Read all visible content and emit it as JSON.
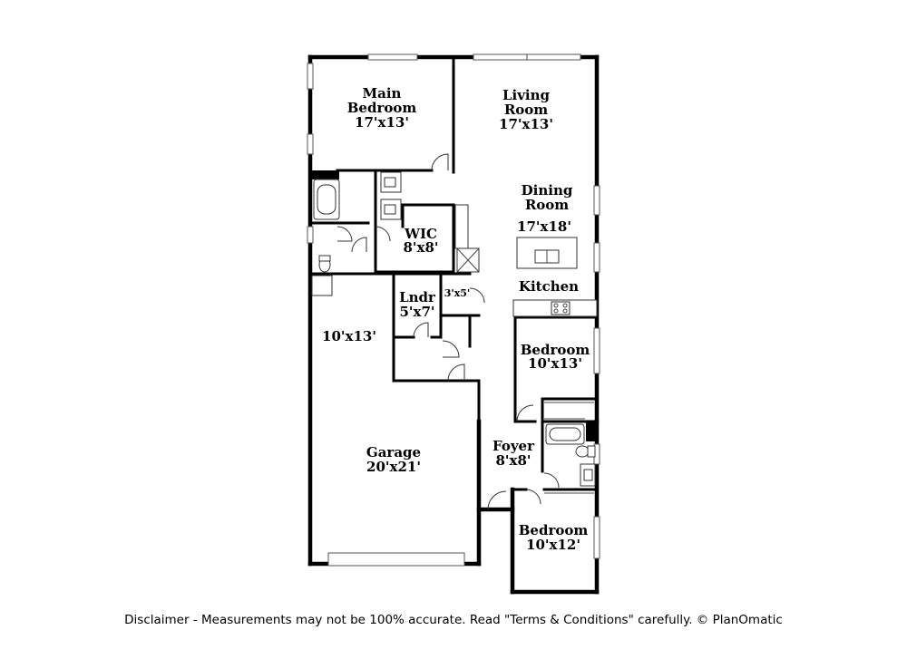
{
  "rooms": {
    "main_bedroom": {
      "name_line1": "Main",
      "name_line2": "Bedroom",
      "size": "17'x13'"
    },
    "living_room": {
      "name_line1": "Living",
      "name_line2": "Room",
      "size": "17'x13'"
    },
    "dining_room": {
      "name_line1": "Dining",
      "name_line2": "Room",
      "size": "17'x18'"
    },
    "wic": {
      "name": "WIC",
      "size": "8'x8'"
    },
    "laundry": {
      "name": "Lndr",
      "size": "5'x7'"
    },
    "closet": {
      "size": "3'x5'"
    },
    "kitchen": {
      "name": "Kitchen"
    },
    "unnamed_room": {
      "size": "10'x13'"
    },
    "bedroom_2": {
      "name": "Bedroom",
      "size": "10'x13'"
    },
    "garage": {
      "name": "Garage",
      "size": "20'x21'"
    },
    "foyer": {
      "name": "Foyer",
      "size": "8'x8'"
    },
    "bedroom_3": {
      "name": "Bedroom",
      "size": "10'x12'"
    }
  },
  "disclaimer": "Disclaimer - Measurements may not be 100% accurate. Read \"Terms & Conditions\" carefully. © PlanOmatic"
}
